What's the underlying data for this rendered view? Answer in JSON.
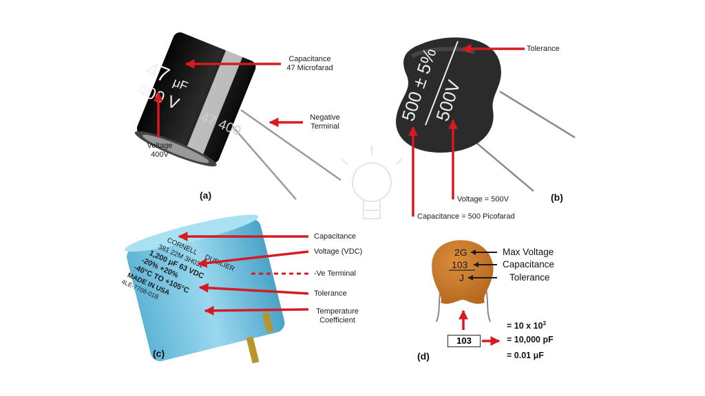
{
  "colors": {
    "arrow": "#d71920",
    "capA_body": "#151515",
    "capB_body": "#2b2b2b",
    "capC_body": "#7cc7e3",
    "capD_body": "#c8792a"
  },
  "panel_a": {
    "tag": "(a)",
    "marking_value": "47",
    "marking_unit": "μF",
    "marking_voltage": "400 V",
    "side_text": "47 400",
    "callouts": {
      "capacitance_title": "Capacitance",
      "capacitance_value": "47 Microfarad",
      "negative_1": "Negative",
      "negative_2": "Terminal",
      "voltage_title": "Voltage",
      "voltage_value": "400V"
    }
  },
  "panel_b": {
    "tag": "(b)",
    "marking_top": "500 ± 5%",
    "marking_bottom": "500V",
    "callouts": {
      "tolerance": "Tolerance",
      "voltage": "Voltage = 500V",
      "capacitance": "Capacitance = 500 Picofarad"
    }
  },
  "panel_c": {
    "tag": "(c)",
    "body_lines": [
      "CORNELL",
      "DUBILIER",
      "381 22M 3H032",
      "1,200 μF 63 VDC",
      "-20% +20%",
      "-40°C TO +105°C",
      "MADE IN USA",
      "4LE-7708-01B"
    ],
    "callouts": {
      "capacitance": "Capacitance",
      "voltage": "Voltage (VDC)",
      "terminal": "-Ve Terminal",
      "tolerance": "Tolerance",
      "temp_1": "Temperature",
      "temp_2": "Coefficient"
    }
  },
  "panel_d": {
    "tag": "(d)",
    "code_voltage": "2G",
    "code_capacitance": "103",
    "code_tolerance": "J",
    "label_voltage": "Max Voltage",
    "label_capacitance": "Capacitance",
    "label_tolerance": "Tolerance",
    "code_box": "103",
    "eq1_base": "= 10 x 10",
    "eq1_exp": "3",
    "eq2": "= 10,000 pF",
    "eq3": "= 0.01 μF"
  }
}
